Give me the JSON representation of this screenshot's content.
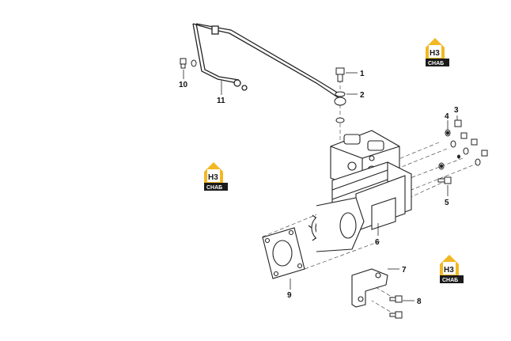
{
  "callouts": [
    {
      "id": "c1",
      "text": "1"
    },
    {
      "id": "c2",
      "text": "2"
    },
    {
      "id": "c3",
      "text": "3"
    },
    {
      "id": "c4",
      "text": "4"
    },
    {
      "id": "c5",
      "text": "5"
    },
    {
      "id": "c6",
      "text": "6"
    },
    {
      "id": "c7",
      "text": "7"
    },
    {
      "id": "c8",
      "text": "8"
    },
    {
      "id": "c9",
      "text": "9"
    },
    {
      "id": "c10",
      "text": "10"
    },
    {
      "id": "c11",
      "text": "11"
    }
  ],
  "watermark": {
    "mark": "H3",
    "text": "CHAБ",
    "colors": {
      "accent": "#f2b824",
      "dark": "#1a1a1a"
    }
  },
  "icons": [
    "air-compressor-icon",
    "brake-pipe-icon",
    "gasket-icon",
    "bracket-icon",
    "bolt-icon",
    "washer-icon",
    "nut-icon"
  ]
}
